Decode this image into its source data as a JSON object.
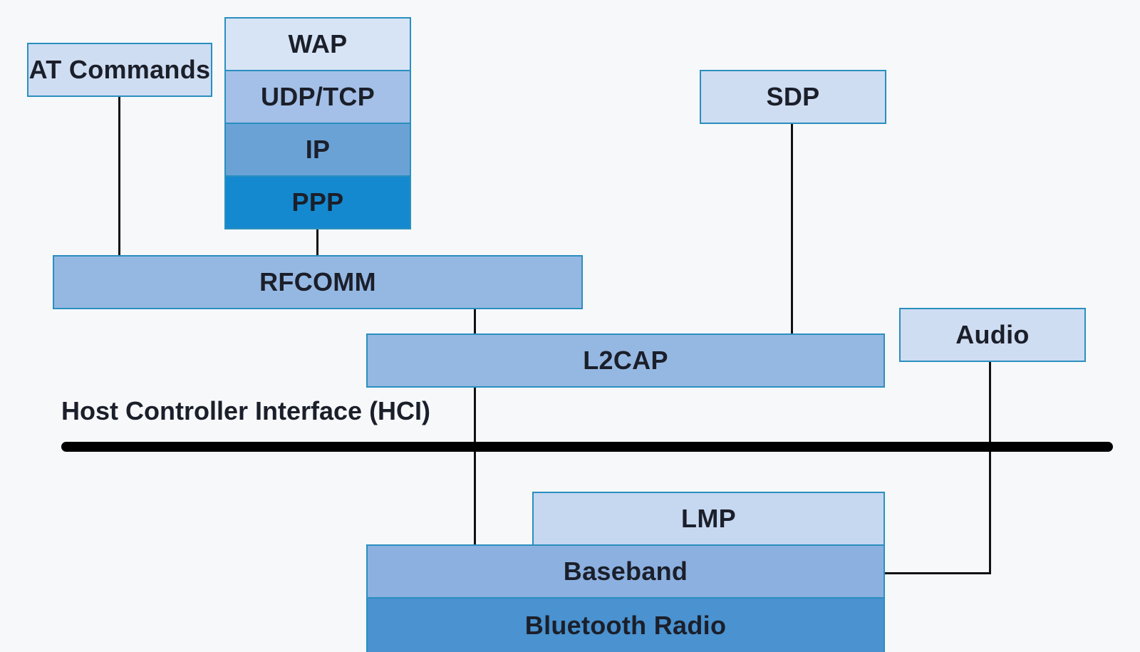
{
  "diagram": {
    "at_commands": "AT Commands",
    "wap_stack": {
      "wap": "WAP",
      "udp_tcp": "UDP/TCP",
      "ip": "IP",
      "ppp": "PPP"
    },
    "sdp": "SDP",
    "rfcomm": "RFCOMM",
    "l2cap": "L2CAP",
    "audio": "Audio",
    "hci_label": "Host Controller Interface (HCI)",
    "lmp": "LMP",
    "baseband": "Baseband",
    "bluetooth_radio": "Bluetooth Radio"
  },
  "colors": {
    "background": "#f7f8fa",
    "border": "#2a8fbf",
    "light_fill": "#cfddf2",
    "mid_fill": "#95b8e2",
    "wap_fill": "#d7e4f5",
    "udp_fill": "#a4c0e8",
    "ip_fill": "#6aa2d6",
    "ppp_fill": "#1589cf",
    "lmp_fill": "#c6d7f0",
    "baseband_fill": "#8cb0e0",
    "radio_fill": "#4a92d0",
    "lines": "#111111"
  }
}
